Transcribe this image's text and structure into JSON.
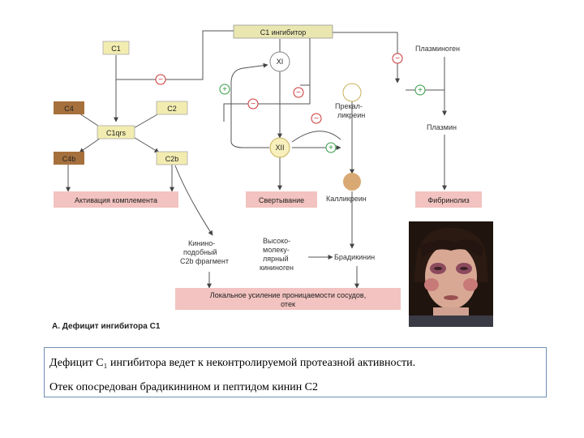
{
  "diagram": {
    "nodes": {
      "c1_inhibitor": "C1 ингибитор",
      "c1": "C1",
      "c4": "C4",
      "c2": "C2",
      "c1qrs": "C1qrs",
      "c4b": "C4b",
      "c2b": "C2b",
      "complement_activation": "Активация комплемента",
      "xi": "XI",
      "xii": "XII",
      "prekallikrein": [
        "Прекал-",
        "ликреин"
      ],
      "kallikrein": "Калликреин",
      "coagulation": "Свертывание",
      "plasminogen": "Плазминоген",
      "plasmin": "Плазмин",
      "fibrinolysis": "Фибринолиз",
      "kinin_like_fragment": [
        "Кинино-",
        "подобный",
        "C2b фрагмент"
      ],
      "hmw_kininogen": [
        "Высоко-",
        "молеку-",
        "лярный",
        "кининоген"
      ],
      "bradykinin": "Брадикинин",
      "local_permeability": [
        "Локальное усиление проницаемости сосудов,",
        "отек"
      ]
    },
    "signs": {
      "minus": "−",
      "plus": "+"
    },
    "figure_label": "А. Дефицит ингибитора C1",
    "colors": {
      "inhibitor_box": "#e9e6b0",
      "yellow_box": "#f2ecb0",
      "brown_box": "#a6703d",
      "pink_box": "#f2c3c0",
      "circle_fill": "#f7f0bc",
      "kallikrein_fill": "#d9a973",
      "minus_sign": "#cc3333",
      "plus_sign": "#339944",
      "arrow": "#444444"
    }
  },
  "caption": {
    "line1": "Дефицит C₁ ингибитора ведет к неконтролируемой протеазной активности.",
    "line2": "Отек опосредован брадикинином и пептидом кинин C2"
  }
}
